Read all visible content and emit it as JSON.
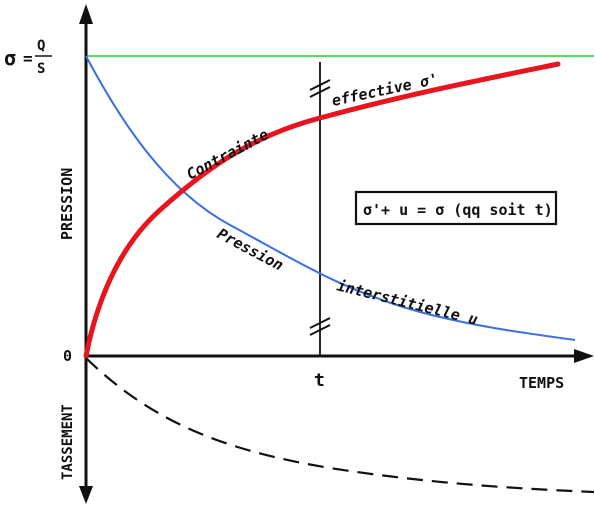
{
  "axes": {
    "y_label": "PRESSION",
    "x_label": "TEMPS",
    "down_label": "TASSEMENT",
    "origin_label": "0",
    "t_tick_label": "t"
  },
  "sigma_label": {
    "sigma": "σ",
    "equals": "=",
    "numerator": "Q",
    "denominator": "S"
  },
  "curves": {
    "effective_stress": {
      "label_part1": "Contrainte",
      "label_part2": "effective σ'",
      "color": "#e8141e"
    },
    "pore_pressure": {
      "label_part1": "Pression",
      "label_part2": "interstitielle  u",
      "color": "#3a6fe0"
    },
    "total_stress_color": "#1fcf24",
    "settlement_color": "#111111"
  },
  "equation_box": {
    "text": "σ'+ u = σ  (qq soit t)"
  }
}
